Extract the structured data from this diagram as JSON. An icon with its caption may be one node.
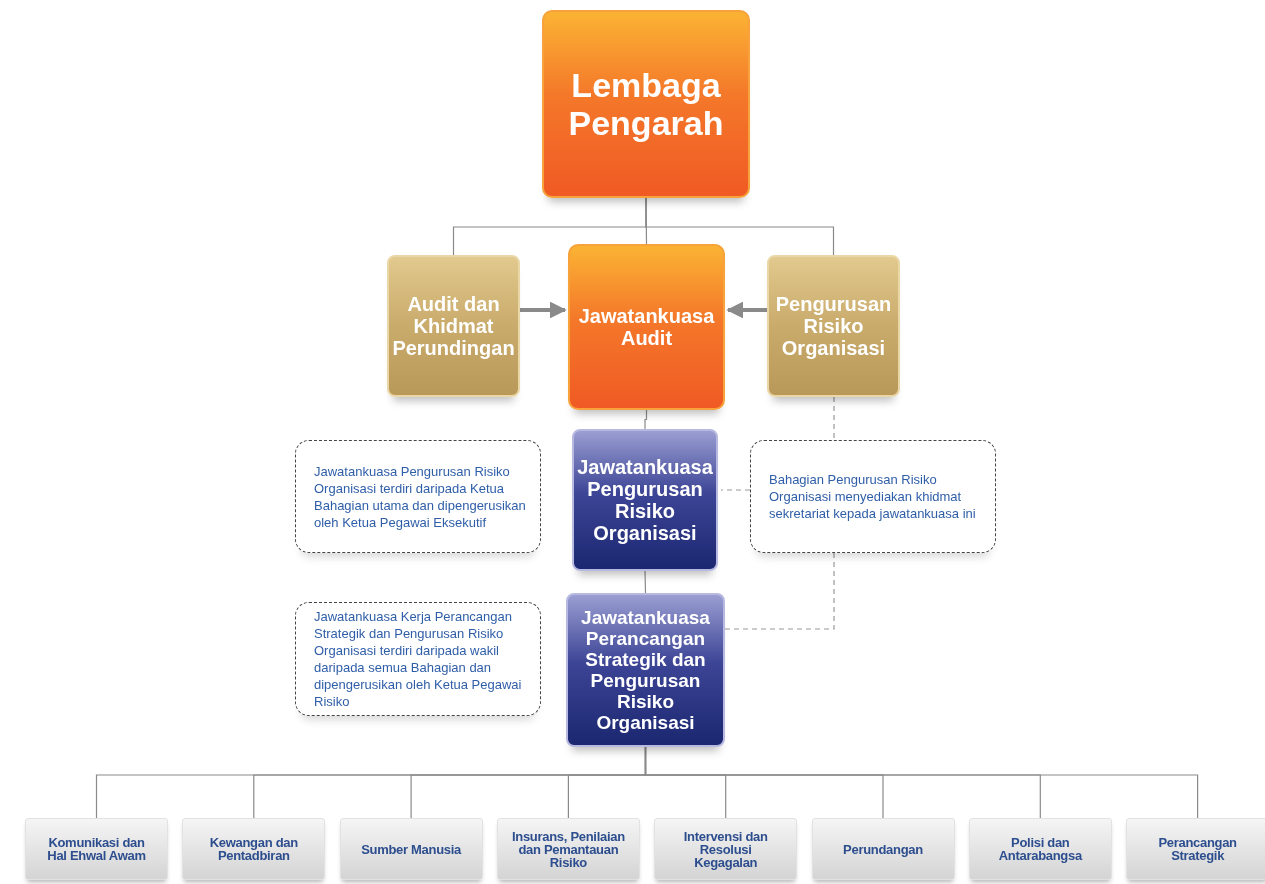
{
  "diagram": {
    "nodes": [
      {
        "text": [
          "Lembaga Pengarah"
        ]
      },
      {
        "text": [
          "Audit dan Khidmat Perundingan"
        ]
      },
      {
        "text": [
          "Jawatankuasa Audit"
        ]
      },
      {
        "text": [
          "Pengurusan Risiko Organisasi"
        ]
      },
      {
        "text": [
          "Jawatankuasa Pengurusan Risiko Organisasi terdiri daripada Ketua Bahagian utama dan dipengerusikan oleh Ketua Pegawai Eksekutif"
        ]
      },
      {
        "text": [
          "Jawatankuasa Pengurusan Risiko Organisasi"
        ]
      },
      {
        "text": [
          "Bahagian Pengurusan Risiko Organisasi menyediakan khidmat sekretariat kepada jawatankuasa ini"
        ]
      },
      {
        "text": [
          "Jawatankuasa Kerja Perancangan Strategik dan Pengurusan Risiko Organisasi terdiri daripada wakil daripada semua Bahagian dan dipengerusikan oleh Ketua Pegawai Risiko"
        ]
      },
      {
        "text": [
          "Jawatankuasa Perancangan Strategik dan Pengurusan Risiko Organisasi"
        ]
      },
      {
        "text": [
          "Komunikasi dan Hal Ehwal Awam"
        ]
      },
      {
        "text": [
          "Kewangan dan Pentadbiran"
        ]
      },
      {
        "text": [
          "Sumber Manusia"
        ]
      },
      {
        "text": [
          "Insurans, Penilaian dan Pemantauan Risiko"
        ]
      },
      {
        "text": [
          "Intervensi dan Resolusi Kegagalan"
        ]
      },
      {
        "text": [
          "Perundangan"
        ]
      },
      {
        "text": [
          "Polisi dan Antarabangsa"
        ]
      },
      {
        "text": [
          "Perancangan Strategik"
        ]
      }
    ],
    "edges": [
      {
        "from": 0,
        "to": 1,
        "arrow": "none"
      },
      {
        "from": 0,
        "to": 2,
        "arrow": "none"
      },
      {
        "from": 0,
        "to": 3,
        "arrow": "none"
      },
      {
        "from": 1,
        "to": 2,
        "arrow": "to",
        "style": "thick"
      },
      {
        "from": 3,
        "to": 2,
        "arrow": "to",
        "style": "thick"
      },
      {
        "from": 2,
        "to": 5,
        "arrow": "none"
      },
      {
        "from": 5,
        "to": 8,
        "arrow": "none"
      },
      {
        "from": 3,
        "to": 6,
        "arrow": "none",
        "style": "dashed"
      },
      {
        "from": 6,
        "to": 5,
        "arrow": "none",
        "style": "dashed"
      },
      {
        "from": 6,
        "to": 8,
        "arrow": "none",
        "style": "dashed"
      },
      {
        "from": 8,
        "to": 9,
        "arrow": "none"
      },
      {
        "from": 8,
        "to": 10,
        "arrow": "none"
      },
      {
        "from": 8,
        "to": 11,
        "arrow": "none"
      },
      {
        "from": 8,
        "to": 12,
        "arrow": "none"
      },
      {
        "from": 8,
        "to": 13,
        "arrow": "none"
      },
      {
        "from": 8,
        "to": 14,
        "arrow": "none"
      },
      {
        "from": 8,
        "to": 15,
        "arrow": "none"
      },
      {
        "from": 8,
        "to": 16,
        "arrow": "none"
      }
    ]
  }
}
